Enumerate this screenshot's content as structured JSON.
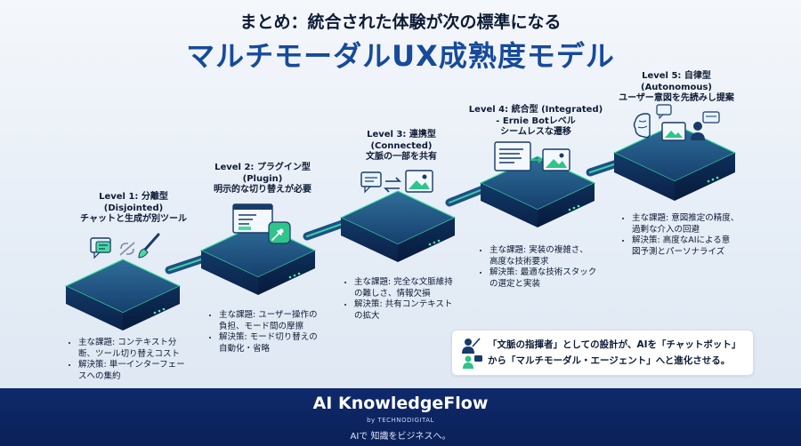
{
  "header": {
    "subtitle": "まとめ：統合された体験が次の標準になる",
    "title": "マルチモーダルUX成熟度モデル"
  },
  "levels": [
    {
      "name_line1": "Level 1: 分離型",
      "name_line2": "(Disjointed)",
      "desc": "チャットと生成が別ツール",
      "icons": [
        "chat-icon",
        "no-link-icon",
        "brush-icon"
      ],
      "bullets": [
        [
          "主な課題: コンテキスト分",
          "断、ツール切り替えコスト"
        ],
        [
          "解決策: 単一インターフェー",
          "スへの集約"
        ]
      ]
    },
    {
      "name_line1": "Level 2: プラグイン型",
      "name_line2": "(Plugin)",
      "desc": "明示的な切り替えが必要",
      "icons": [
        "browser-window-icon",
        "plug-icon"
      ],
      "bullets": [
        [
          "主な課題: ユーザー操作の",
          "負担、モード間の摩擦"
        ],
        [
          "解決策: モード切り替えの",
          "自動化・省略"
        ]
      ]
    },
    {
      "name_line1": "Level 3: 連携型",
      "name_line2": "(Connected)",
      "desc": "文脈の一部を共有",
      "icons": [
        "chat-icon",
        "transfer-arrows-icon",
        "image-icon"
      ],
      "bullets": [
        [
          "主な課題: 完全な文脈維持",
          "の難しさ、情報欠損"
        ],
        [
          "解決策: 共有コンテキスト",
          "の拡大"
        ]
      ]
    },
    {
      "name_line1": "Level 4: 統合型 (Integrated)",
      "name_line2": "- Ernie Botレベル",
      "desc": "シームレスな遷移",
      "icons": [
        "document-icon",
        "arrow-icon",
        "image-icon"
      ],
      "bullets": [
        [
          "主な課題: 実装の複雑さ、",
          "高度な技術要求"
        ],
        [
          "解決策: 最適な技術スタック",
          "の選定と実装"
        ]
      ]
    },
    {
      "name_line1": "Level 5: 自律型",
      "name_line2": "(Autonomous)",
      "desc": "ユーザー意図を先読みし提案",
      "icons": [
        "brain-icon",
        "chat-icon",
        "image-icon",
        "user-icon"
      ],
      "bullets": [
        [
          "主な課題: 意図推定の精度、",
          "過剰な介入の回避"
        ],
        [
          "解決策: 高度なAIによる意",
          "図予測とパーソナライズ"
        ]
      ]
    }
  ],
  "callout": {
    "line1": "「文脈の指揮者」としての設計が、AIを「チャットボット」",
    "line2": "から「マルチモーダル・エージェント」へと進化させる。",
    "icon": "conductor-icon"
  },
  "footer": {
    "brand": "AI KnowledgeFlow",
    "by": "by TECHNODIGITAL",
    "tagline": "AIで 知識をビジネスへ。"
  },
  "colors": {
    "title_blue": "#174a9a",
    "platform_top": "#1f5a8a",
    "platform_side": "#0d2a55",
    "glow_green": "#34d49a",
    "footer_bg": "#0f2a6b"
  }
}
